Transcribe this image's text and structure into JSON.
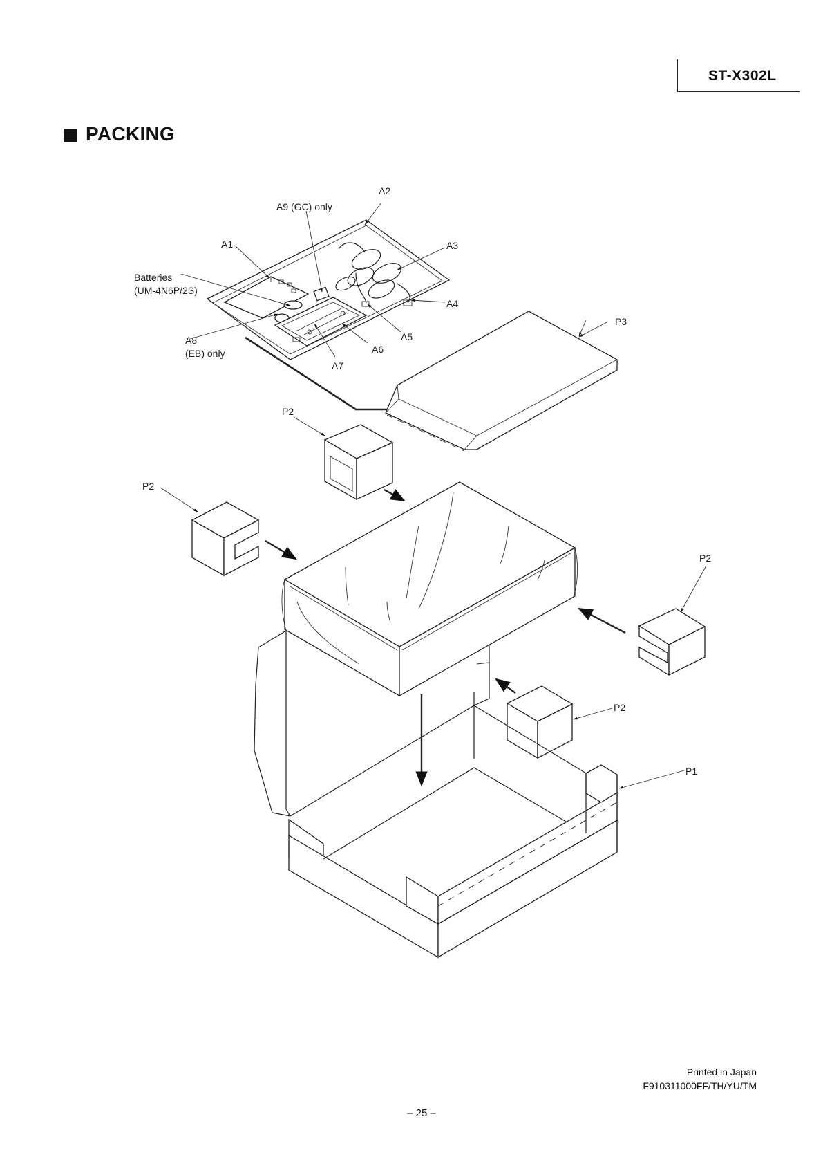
{
  "header": {
    "model": "ST-X302L"
  },
  "section": {
    "title": "PACKING"
  },
  "labels": {
    "a1": "A1",
    "a2": "A2",
    "a3": "A3",
    "a4": "A4",
    "a5": "A5",
    "a6": "A6",
    "a7": "A7",
    "a8_line1": "A8",
    "a8_line2": "(EB) only",
    "a9": "A9 (GC) only",
    "batteries_line1": "Batteries",
    "batteries_line2": "(UM-4N6P/2S)",
    "p1": "P1",
    "p2_top": "P2",
    "p2_left": "P2",
    "p2_right": "P2",
    "p2_lower": "P2",
    "p3": "P3"
  },
  "footer": {
    "printed": "Printed in Japan",
    "code": "F910311000FF/TH/YU/TM",
    "page": "– 25 –"
  }
}
